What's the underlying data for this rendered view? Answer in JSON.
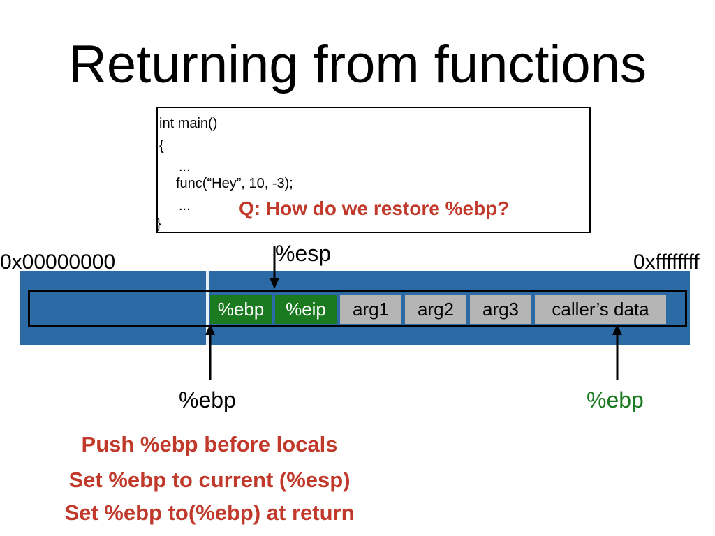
{
  "slide": {
    "title": "Returning from functions",
    "code": {
      "lines": [
        "int main()",
        "{",
        "...",
        "func(“Hey”, 10, -3);",
        "...",
        "}"
      ]
    },
    "question": "Q: How do we restore %ebp?",
    "address_low": "0x00000000",
    "address_high": "0xffffffff",
    "stack": {
      "cells": [
        {
          "label": "%ebp",
          "color": "#1b7a1f"
        },
        {
          "label": "%eip",
          "color": "#1b7a1f"
        },
        {
          "label": "arg1",
          "color": "#b5b5b5"
        },
        {
          "label": "arg2",
          "color": "#b5b5b5"
        },
        {
          "label": "arg3",
          "color": "#b5b5b5"
        },
        {
          "label": "caller’s data",
          "color": "#b5b5b5"
        }
      ],
      "background_color": "#2c6aa5"
    },
    "pointers": {
      "esp": "%esp",
      "ebp_left": "%ebp",
      "ebp_right": "%ebp"
    },
    "notes": [
      "Push %ebp before locals",
      "Set %ebp to current (%esp)",
      "Set %ebp to(%ebp) at return"
    ],
    "colors": {
      "accent_red": "#c0392b",
      "accent_green": "#1b7a1f"
    }
  }
}
